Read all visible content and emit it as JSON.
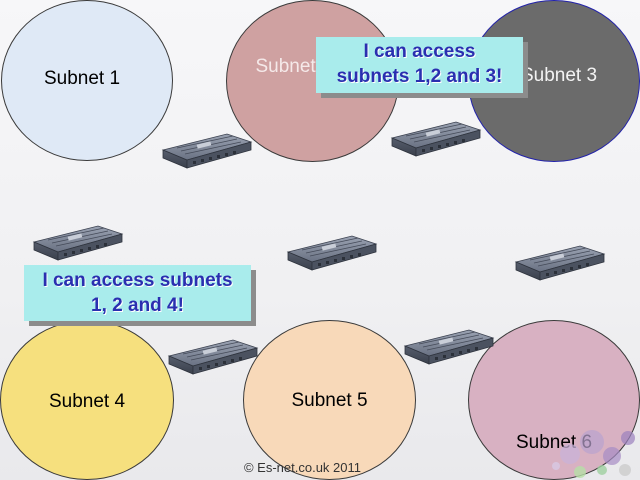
{
  "subnets": [
    {
      "id": "s1",
      "label": "Subnet 1"
    },
    {
      "id": "s2",
      "label": "Subnet 2"
    },
    {
      "id": "s3",
      "label": "Subnet 3"
    },
    {
      "id": "s4",
      "label": "Subnet 4"
    },
    {
      "id": "s5",
      "label": "Subnet 5"
    },
    {
      "id": "s6",
      "label": "Subnet 6"
    }
  ],
  "callouts": {
    "top": "I can access\nsubnets 1,2 and 3!",
    "left": "I can access subnets\n1, 2 and 4!"
  },
  "footer": {
    "copyright": "© Es-net.co.uk 2011"
  },
  "colors": {
    "callout_bg": "#a9ecec",
    "callout_text": "#2a2fb0",
    "router": "#5a6272"
  },
  "icons": {
    "router": "router-icon"
  }
}
